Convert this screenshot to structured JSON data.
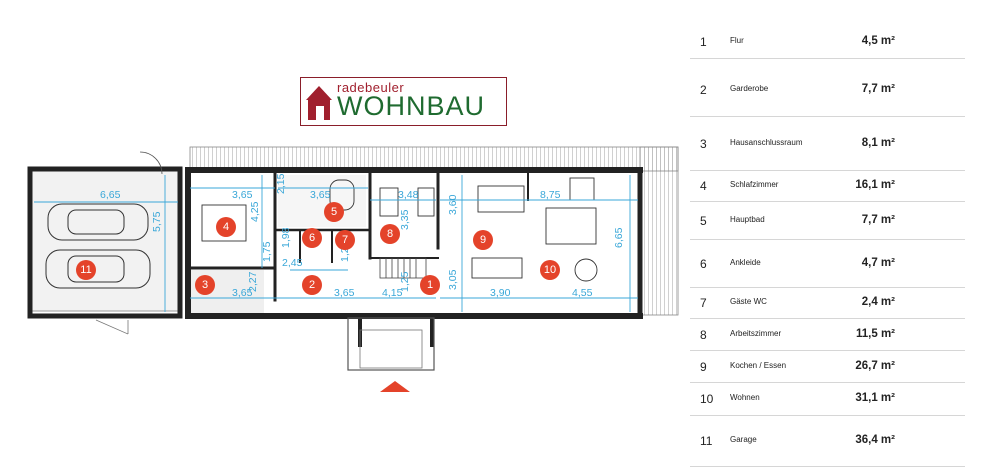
{
  "logo": {
    "brand_top": "radebeuler",
    "brand_main": "WOHNBAU"
  },
  "colors": {
    "dimension": "#3aa7d8",
    "badge": "#e4432a",
    "wall": "#222222",
    "logo_red": "#a01f2d",
    "logo_green": "#1f6b30"
  },
  "rooms": [
    {
      "number": "1",
      "name": "Flur",
      "area": "4,5 m²"
    },
    {
      "number": "2",
      "name": "Garderobe",
      "area": "7,7 m²"
    },
    {
      "number": "3",
      "name": "Hausanschlussraum",
      "area": "8,1 m²"
    },
    {
      "number": "4",
      "name": "Schlafzimmer",
      "area": "16,1 m²"
    },
    {
      "number": "5",
      "name": "Hauptbad",
      "area": "7,7 m²"
    },
    {
      "number": "6",
      "name": "Ankleide",
      "area": "4,7 m²"
    },
    {
      "number": "7",
      "name": "Gäste WC",
      "area": "2,4 m²"
    },
    {
      "number": "8",
      "name": "Arbeitszimmer",
      "area": "11,5 m²"
    },
    {
      "number": "9",
      "name": "Kochen / Essen",
      "area": "26,7 m²"
    },
    {
      "number": "10",
      "name": "Wohnen",
      "area": "31,1 m²"
    },
    {
      "number": "11",
      "name": "Garage",
      "area": "36,4 m²"
    }
  ],
  "dimensions": [
    "6,65",
    "5,75",
    "3,65",
    "4,25",
    "2,15",
    "3,65",
    "3,48",
    "3,35",
    "3,60",
    "8,75",
    "6,65",
    "1,98",
    "2,45",
    "1,25",
    "2,27",
    "3,65",
    "3,65",
    "4,15",
    "1,25",
    "3,05",
    "3,90",
    "4,55",
    "1,75"
  ]
}
